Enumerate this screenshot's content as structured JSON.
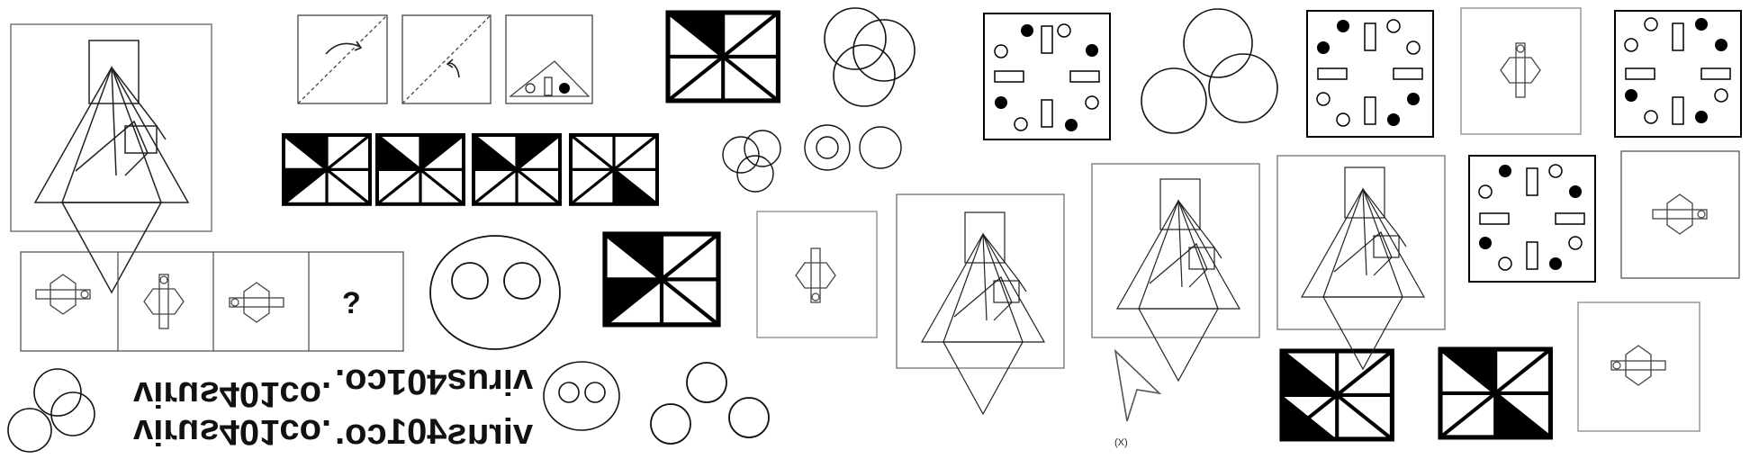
{
  "sequence_strip": {
    "question_mark": "?"
  },
  "watermarks": {
    "mirrored_a": "virus401co.",
    "mirrored_b": "virus401co.",
    "flipped_a": "virus401co.",
    "flipped_b": "virus401co."
  },
  "cursor": {
    "label": "(X)"
  },
  "colors": {
    "ink": "#111111",
    "fill": "#000000",
    "paper": "#ffffff",
    "frame": "#888888"
  }
}
